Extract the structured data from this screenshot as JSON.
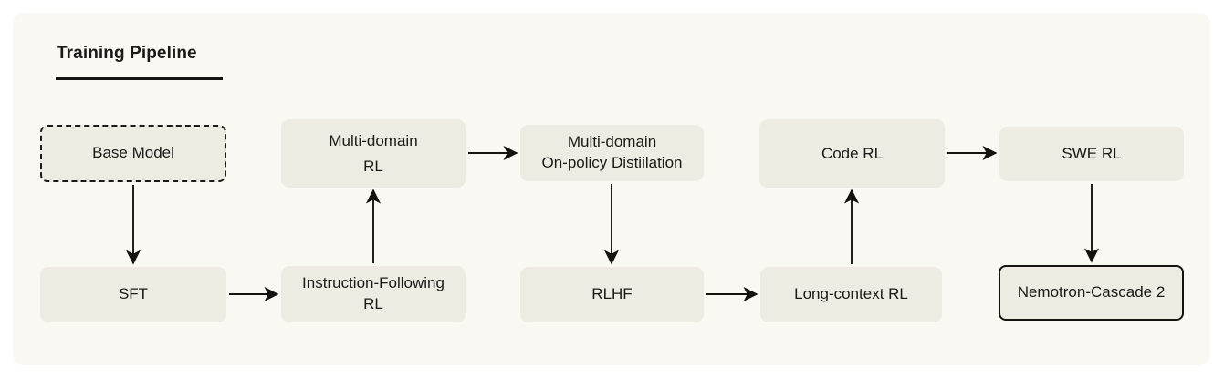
{
  "diagram": {
    "title": "Training Pipeline",
    "nodes": {
      "base_model": {
        "line1": "Base Model"
      },
      "multi_domain_rl": {
        "line1": "Multi-domain",
        "line2": "RL"
      },
      "distillation": {
        "line1": "Multi-domain",
        "line2": "On-policy Distiilation"
      },
      "code_rl": {
        "line1": "Code RL"
      },
      "swe_rl": {
        "line1": "SWE RL"
      },
      "sft": {
        "line1": "SFT"
      },
      "instruction_following_rl": {
        "line1": "Instruction-Following",
        "line2": "RL"
      },
      "rlhf": {
        "line1": "RLHF"
      },
      "long_context_rl": {
        "line1": "Long-context RL"
      },
      "nemotron_cascade_2": {
        "line1": "Nemotron-Cascade 2"
      }
    },
    "flow_order": [
      "Base Model",
      "SFT",
      "Instruction-Following RL",
      "Multi-domain RL",
      "Multi-domain On-policy Distiilation",
      "RLHF",
      "Long-context RL",
      "Code RL",
      "SWE RL",
      "Nemotron-Cascade 2"
    ],
    "colors": {
      "page_background": "#ffffff",
      "card_background": "#faf8f2",
      "node_background": "#eeebe3",
      "text": "#1c1a17",
      "line": "#14130f"
    }
  }
}
